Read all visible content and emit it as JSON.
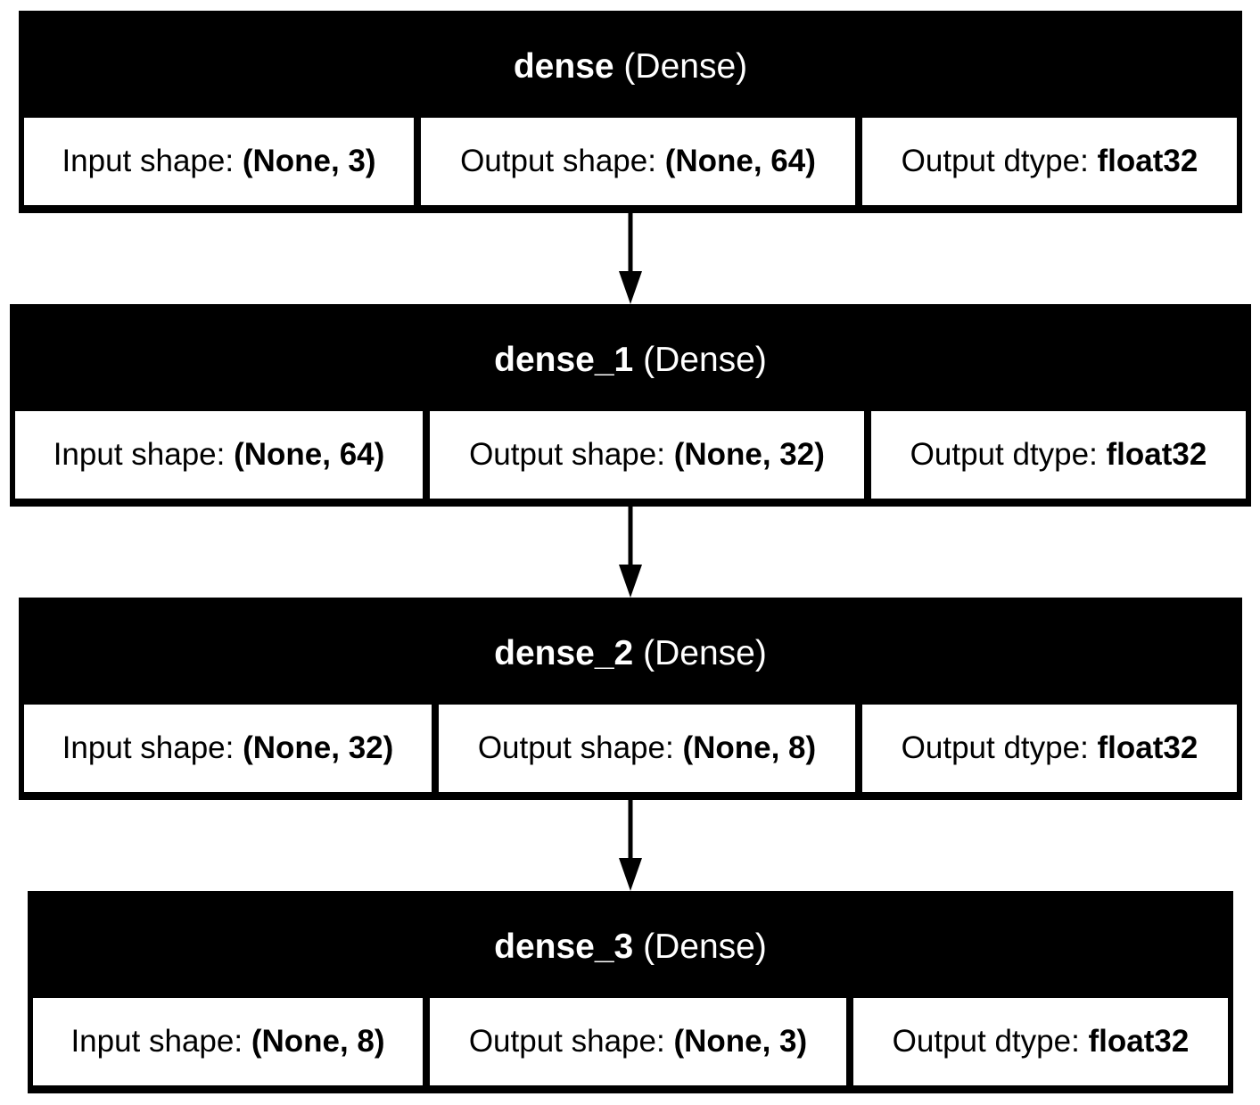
{
  "layers": [
    {
      "name": "dense",
      "type": "(Dense)",
      "input_label": "Input shape:",
      "input_value": "(None, 3)",
      "output_label": "Output shape:",
      "output_value": "(None, 64)",
      "dtype_label": "Output dtype:",
      "dtype_value": "float32"
    },
    {
      "name": "dense_1",
      "type": "(Dense)",
      "input_label": "Input shape:",
      "input_value": "(None, 64)",
      "output_label": "Output shape:",
      "output_value": "(None, 32)",
      "dtype_label": "Output dtype:",
      "dtype_value": "float32"
    },
    {
      "name": "dense_2",
      "type": "(Dense)",
      "input_label": "Input shape:",
      "input_value": "(None, 32)",
      "output_label": "Output shape:",
      "output_value": "(None, 8)",
      "dtype_label": "Output dtype:",
      "dtype_value": "float32"
    },
    {
      "name": "dense_3",
      "type": "(Dense)",
      "input_label": "Input shape:",
      "input_value": "(None, 8)",
      "output_label": "Output shape:",
      "output_value": "(None, 3)",
      "dtype_label": "Output dtype:",
      "dtype_value": "float32"
    }
  ],
  "colors": {
    "node_border": "#000000",
    "node_header": "#000000",
    "header_text": "#ffffff",
    "cell_background": "#ffffff",
    "edge": "#000000"
  }
}
